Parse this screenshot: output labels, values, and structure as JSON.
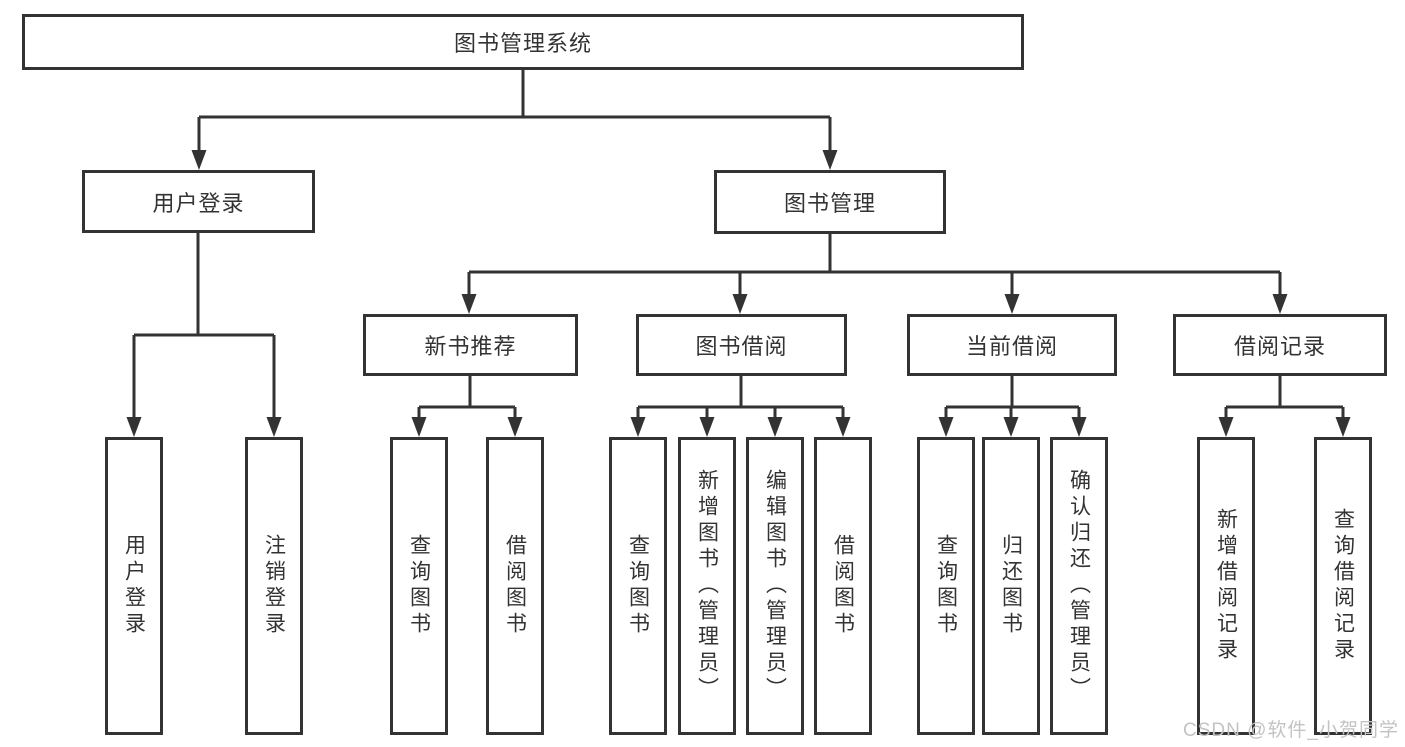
{
  "diagram": {
    "root": "图书管理系统",
    "user_login": {
      "label": "用户登录",
      "leaves": [
        "用户登录",
        "注销登录"
      ]
    },
    "book_management": {
      "label": "图书管理",
      "sections": [
        {
          "label": "新书推荐",
          "leaves": [
            "查询图书",
            "借阅图书"
          ]
        },
        {
          "label": "图书借阅",
          "leaves": [
            "查询图书",
            "新增图书（管理员）",
            "编辑图书（管理员）",
            "借阅图书"
          ]
        },
        {
          "label": "当前借阅",
          "leaves": [
            "查询图书",
            "归还图书",
            "确认归还（管理员）"
          ]
        },
        {
          "label": "借阅记录",
          "leaves": [
            "新增借阅记录",
            "查询借阅记录"
          ]
        }
      ]
    }
  },
  "watermark": "CSDN @软件_小贺同学",
  "colors": {
    "line": "#333333",
    "box_border": "#333333",
    "text": "#333333",
    "background": "#ffffff",
    "watermark": "#c3c3c3"
  }
}
